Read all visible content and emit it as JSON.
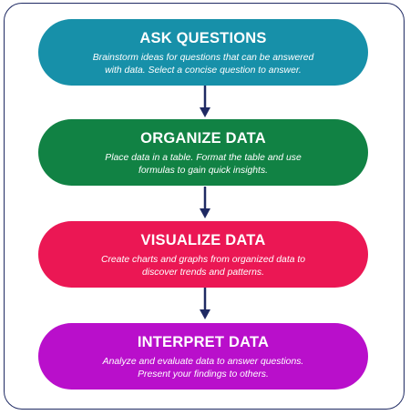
{
  "steps": [
    {
      "title": "ASK QUESTIONS",
      "description": "Brainstorm ideas for questions that can be answered with data. Select a concise question to answer.",
      "color": "#1790a9"
    },
    {
      "title": "ORGANIZE DATA",
      "description": "Place data in a table. Format the table and use formulas to gain quick insights.",
      "color": "#118244"
    },
    {
      "title": "VISUALIZE DATA",
      "description": "Create charts and graphs from organized data to discover trends and patterns.",
      "color": "#eb1754"
    },
    {
      "title": "INTERPRET DATA",
      "description": "Analyze and evaluate data to answer questions. Present your findings to others.",
      "color": "#b90fcb"
    }
  ],
  "colors": {
    "frame_border": "#1f2a63",
    "arrow": "#1f2a63"
  }
}
